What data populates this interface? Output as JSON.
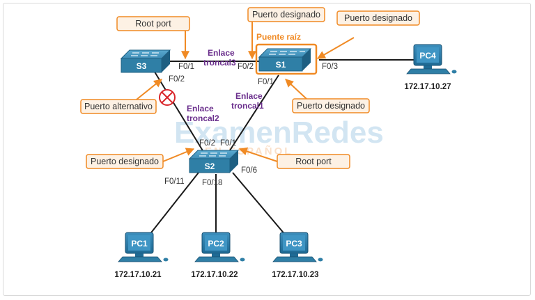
{
  "colors": {
    "callout_border": "#f08a24",
    "callout_fill": "#fdf1e4",
    "switch_fill": "#2f7fa6",
    "link_label": "#6a2e8c",
    "blocked": "#d9262b"
  },
  "devices": {
    "s1": "S1",
    "s2": "S2",
    "s3": "S3",
    "pc1": "PC1",
    "pc2": "PC2",
    "pc3": "PC3",
    "pc4": "PC4"
  },
  "ips": {
    "pc1": "172.17.10.21",
    "pc2": "172.17.10.22",
    "pc3": "172.17.10.23",
    "pc4": "172.17.10.27"
  },
  "ports": {
    "s3_f01": "F0/1",
    "s3_f02": "F0/2",
    "s1_f02": "F0/2",
    "s1_f01": "F0/1",
    "s1_f03": "F0/3",
    "s2_f02": "F0/2",
    "s2_f01": "F0/1",
    "s2_f06": "F0/6",
    "s2_f011": "F0/11",
    "s2_f018": "F0/18"
  },
  "links": {
    "trunk3": [
      "Enlace",
      "troncal3"
    ],
    "trunk2": [
      "Enlace",
      "troncal2"
    ],
    "trunk1": [
      "Enlace",
      "troncal1"
    ]
  },
  "callouts": {
    "s3_root_port": "Root port",
    "s1_designated_top": "Puerto designado",
    "s1_designated_right": "Puerto designado",
    "s3_alternate": "Puerto alternativo",
    "s1_designated_bottom": "Puerto designado",
    "s2_designated": "Puerto designado",
    "s2_root_port": "Root port"
  },
  "root_bridge_label": "Puente raíz",
  "watermark": {
    "line1": "ExamenRedes",
    "line2": "EN ESPAÑOL"
  }
}
